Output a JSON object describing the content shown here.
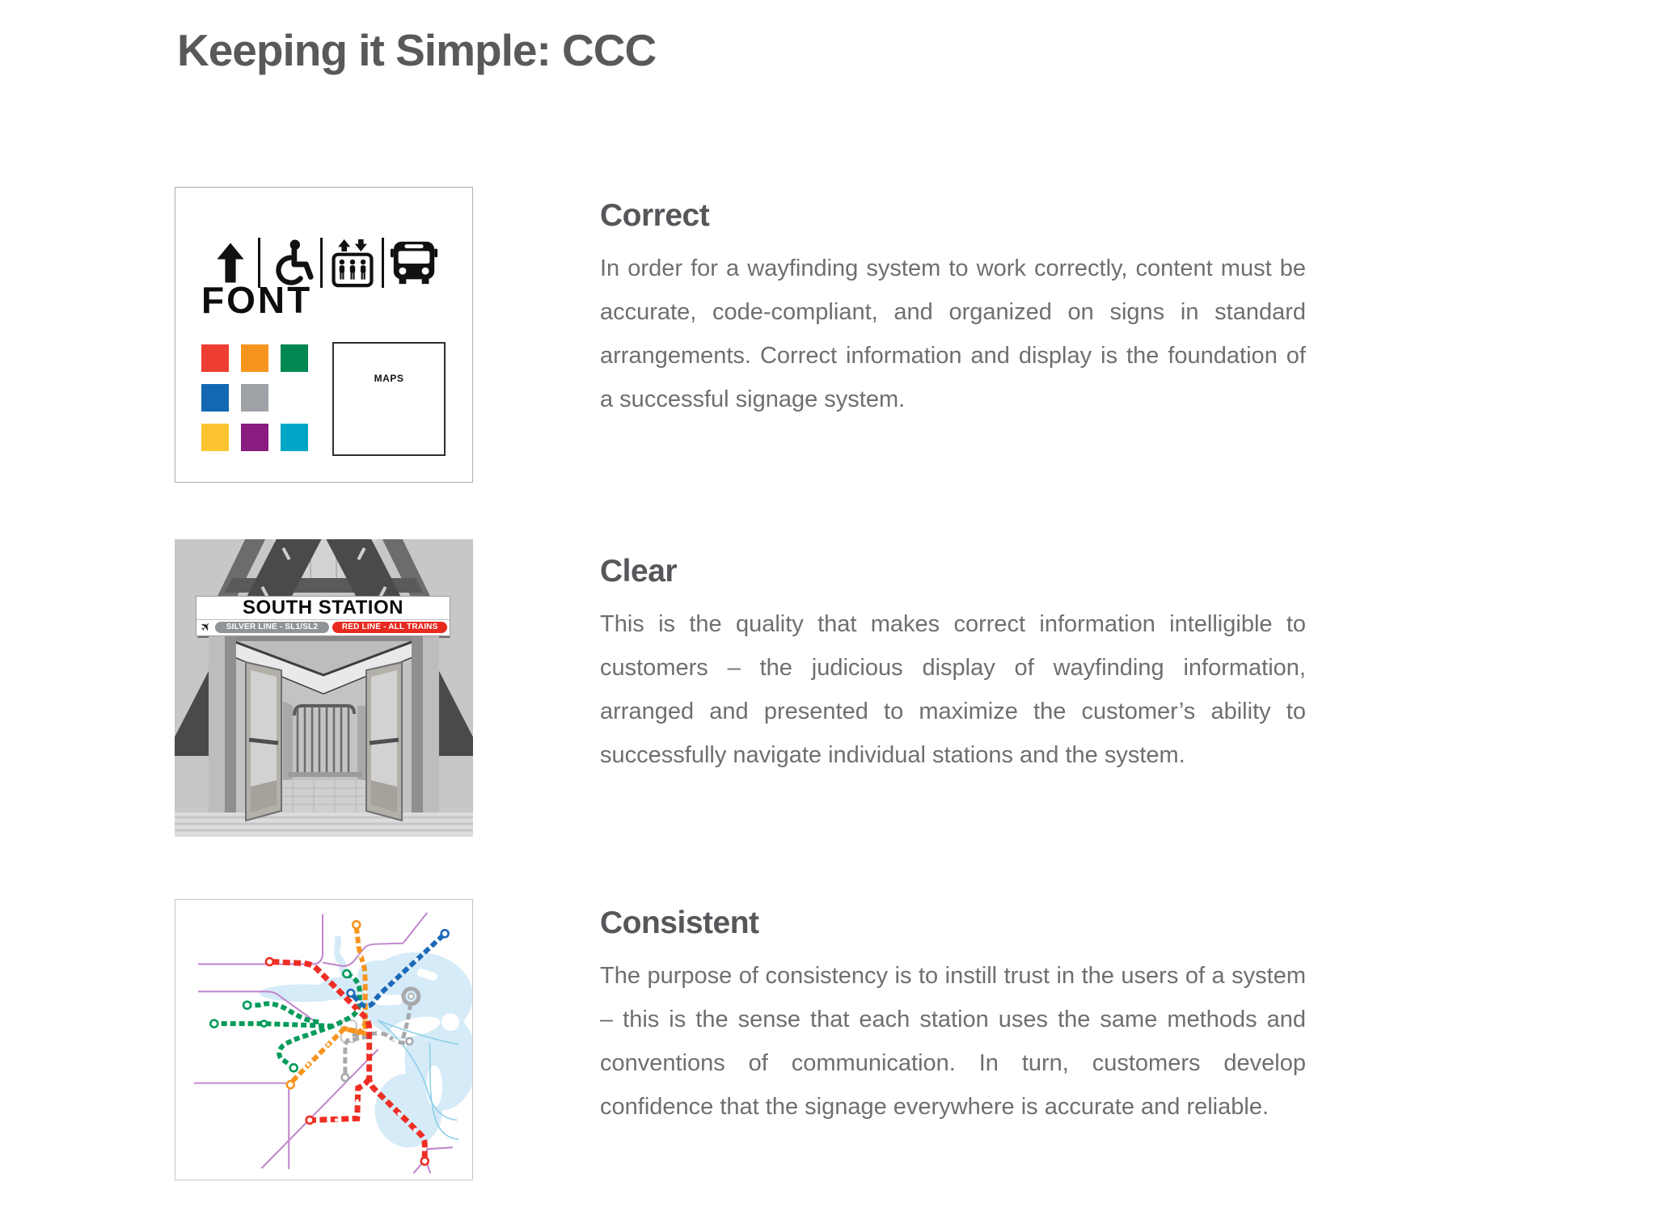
{
  "page": {
    "title": "Keeping it Simple: CCC"
  },
  "sections": [
    {
      "heading": "Correct",
      "body": "In order for a wayfinding system to work correctly, content must be accurate, code-compliant, and organized on signs in standard arrangements. Correct information and display is the foundation of a successful signage system."
    },
    {
      "heading": "Clear",
      "body": "This is the quality that makes correct information intelligible to customers – the judicious display of wayfinding information, arranged and presented to maximize the customer’s ability to successfully navigate individual stations and the system."
    },
    {
      "heading": "Consistent",
      "body": "The purpose of consistency is to instill trust in the users of a system – this is the sense that each station uses the same methods and conventions of communication. In turn, customers develop confidence that the signage everywhere is accurate and reliable."
    }
  ],
  "signage_card": {
    "icons": [
      "up-arrow",
      "wheelchair",
      "elevator",
      "bus"
    ],
    "font_label": "FONT",
    "maps_label": "MAPS",
    "color_swatches": [
      [
        "#ee3e33",
        "#f7941e",
        "#008752"
      ],
      [
        "#1268b3",
        "#9ea2a6",
        null
      ],
      [
        "#fdc431",
        "#8a1b7f",
        "#00a6c6"
      ]
    ]
  },
  "station_photo": {
    "sign_title": "SOUTH STATION",
    "badges": [
      {
        "label": "SILVER LINE - SL1/SL2",
        "color": "#8f9498"
      },
      {
        "label": "RED LINE - ALL TRAINS",
        "color": "#e8291f"
      }
    ]
  },
  "transit_map": {
    "line_colors": {
      "red": "#ee2e24",
      "orange": "#f7941e",
      "green": "#009b5a",
      "blue": "#1c69b8",
      "silver": "#a7a9ac",
      "commuter_rail": "#c083cc",
      "ferry": "#8ccfe8",
      "water": "#d6ebf8"
    }
  }
}
